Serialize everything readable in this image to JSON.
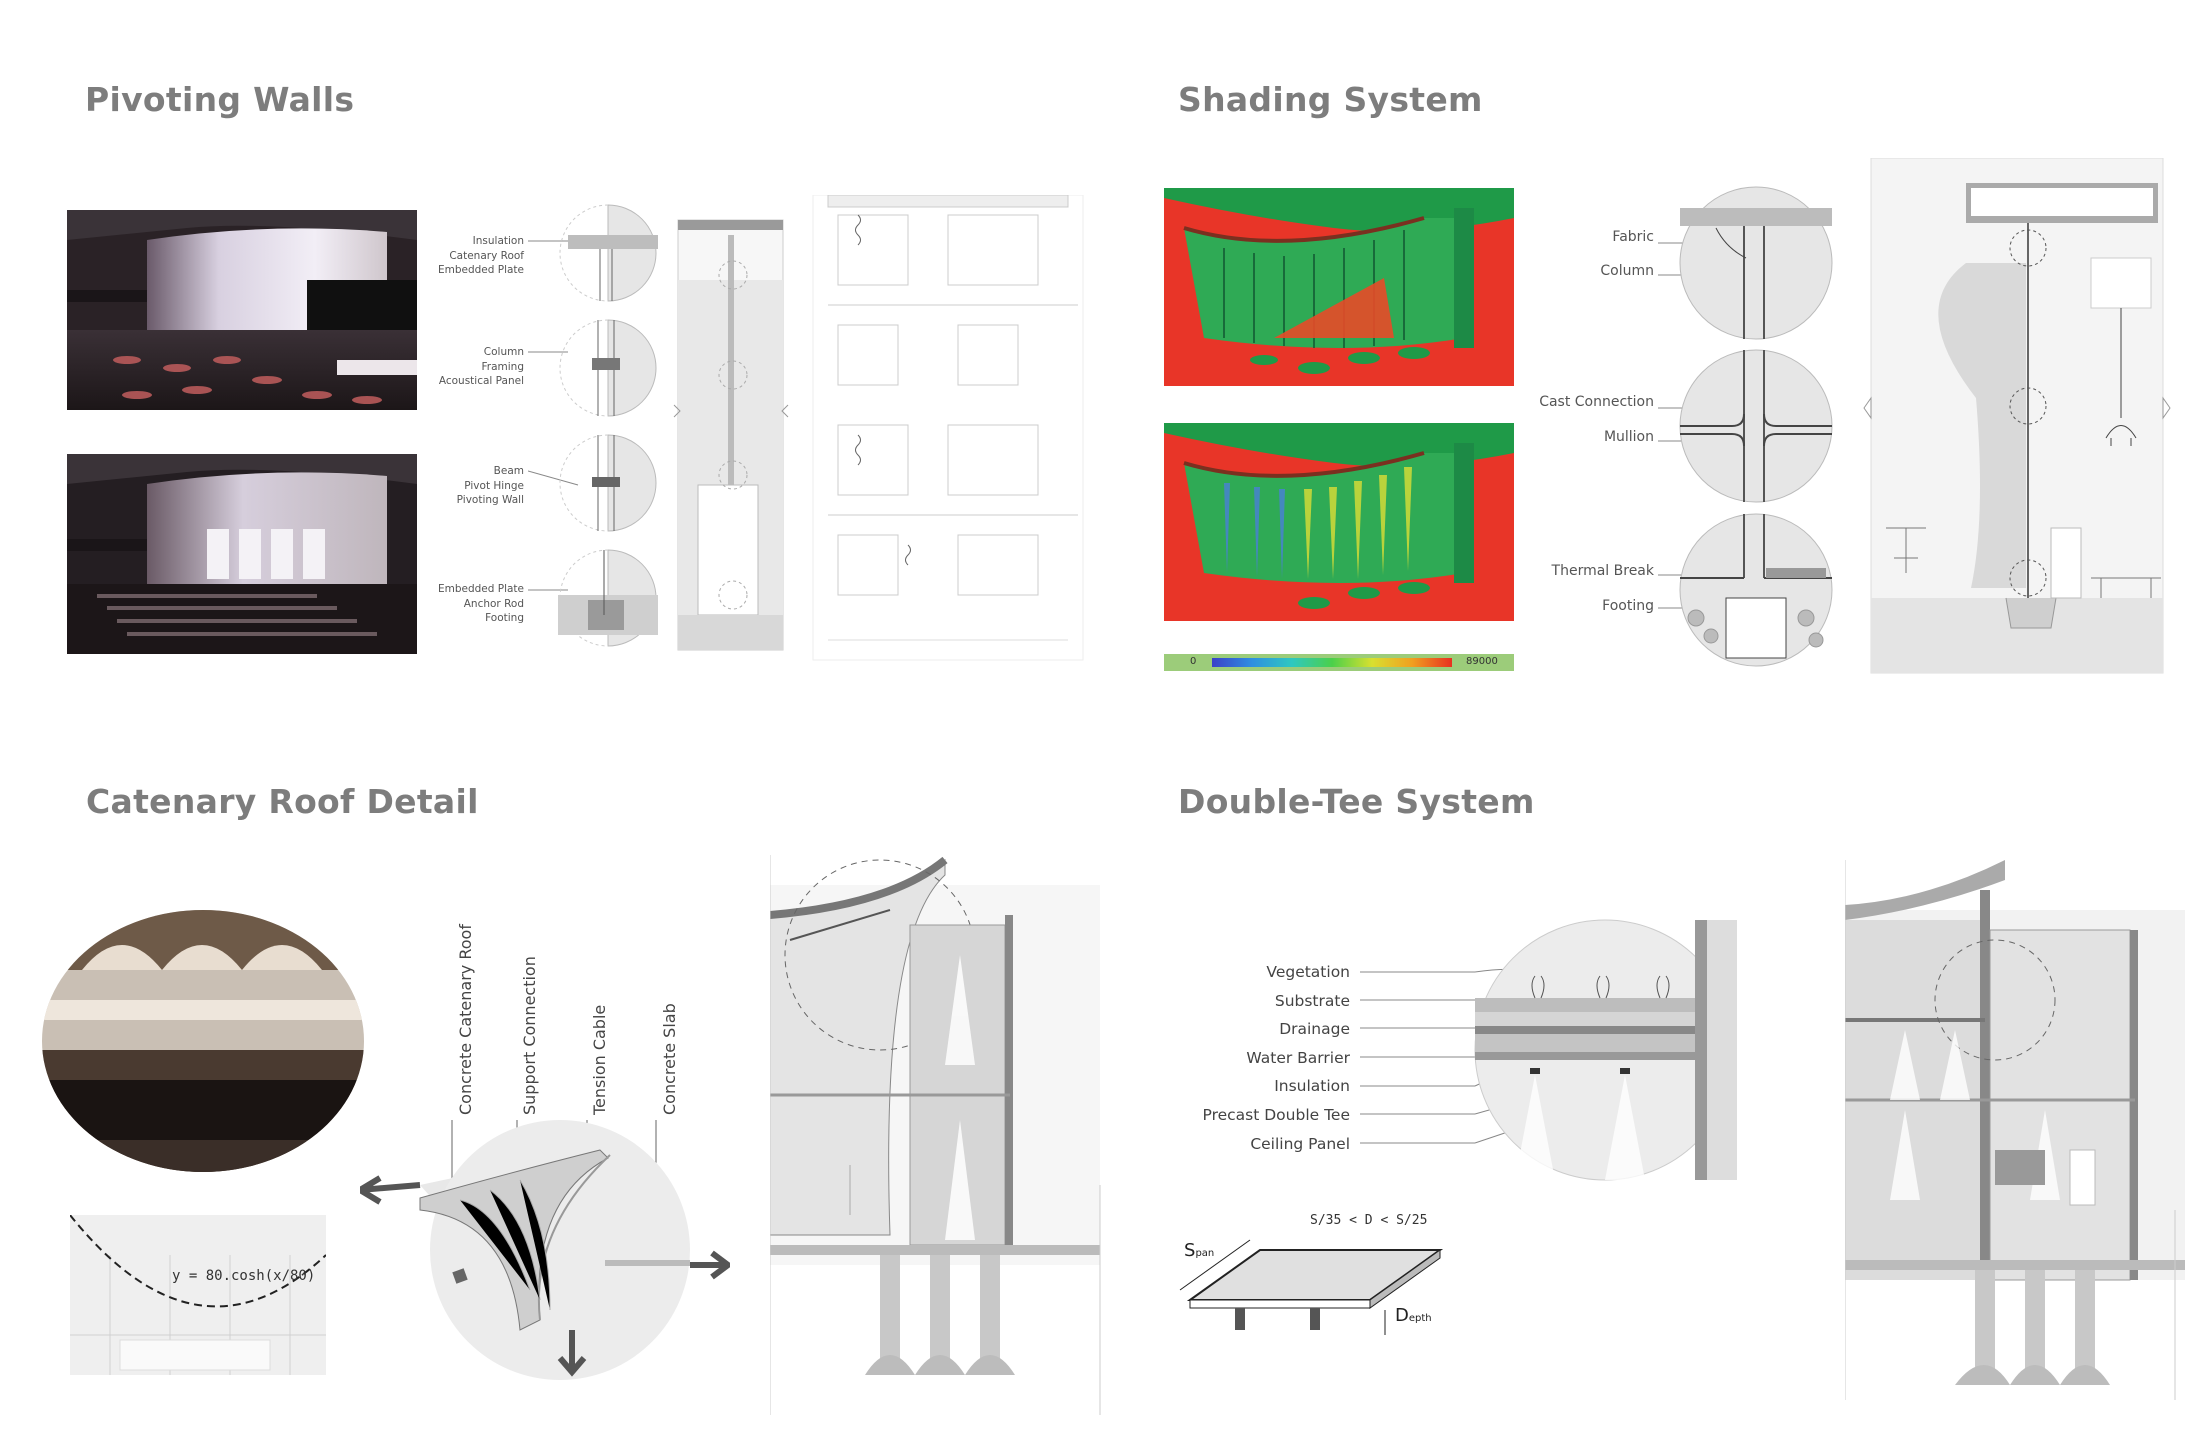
{
  "titles": {
    "pivoting": "Pivoting Walls",
    "shading": "Shading System",
    "catenary": "Catenary Roof Detail",
    "double_tee": "Double-Tee System"
  },
  "pivoting_labels": {
    "g1": [
      "Insulation",
      "Catenary Roof",
      "Embedded Plate"
    ],
    "g2": [
      "Column",
      "Framing",
      "Acoustical Panel"
    ],
    "g3": [
      "Beam",
      "Pivot Hinge",
      "Pivoting Wall"
    ],
    "g4": [
      "Embedded Plate",
      "Anchor Rod",
      "Footing"
    ]
  },
  "shading_labels": {
    "fabric": "Fabric",
    "column": "Column",
    "cast_connection": "Cast Connection",
    "mullion": "Mullion",
    "thermal_break": "Thermal Break",
    "footing": "Footing"
  },
  "scale_bar": {
    "min": "0",
    "max": "89000",
    "colors": [
      "#3a40c8",
      "#2f8fe0",
      "#2fc8c0",
      "#4bd04b",
      "#d8e030",
      "#f0a020",
      "#e83020"
    ]
  },
  "catenary_labels": {
    "roof": "Concrete Catenary Roof",
    "support": "Support Connection",
    "cable": "Tension Cable",
    "slab": "Concrete Slab",
    "equation": "y = 80.cosh(x/80)"
  },
  "double_tee_labels": {
    "layers": [
      "Vegetation",
      "Substrate",
      "Drainage",
      "Water Barrier",
      "Insulation",
      "Precast Double Tee",
      "Ceiling Panel"
    ],
    "ratio": "S/35 < D < S/25",
    "span_S": "S",
    "span_sub": "pan",
    "depth_D": "D",
    "depth_sub": "epth"
  },
  "colors": {
    "title": "#7d7d7d",
    "sim_red": "#e83528",
    "sim_green": "#22a050",
    "scale_frame": "#9ccc7a"
  }
}
